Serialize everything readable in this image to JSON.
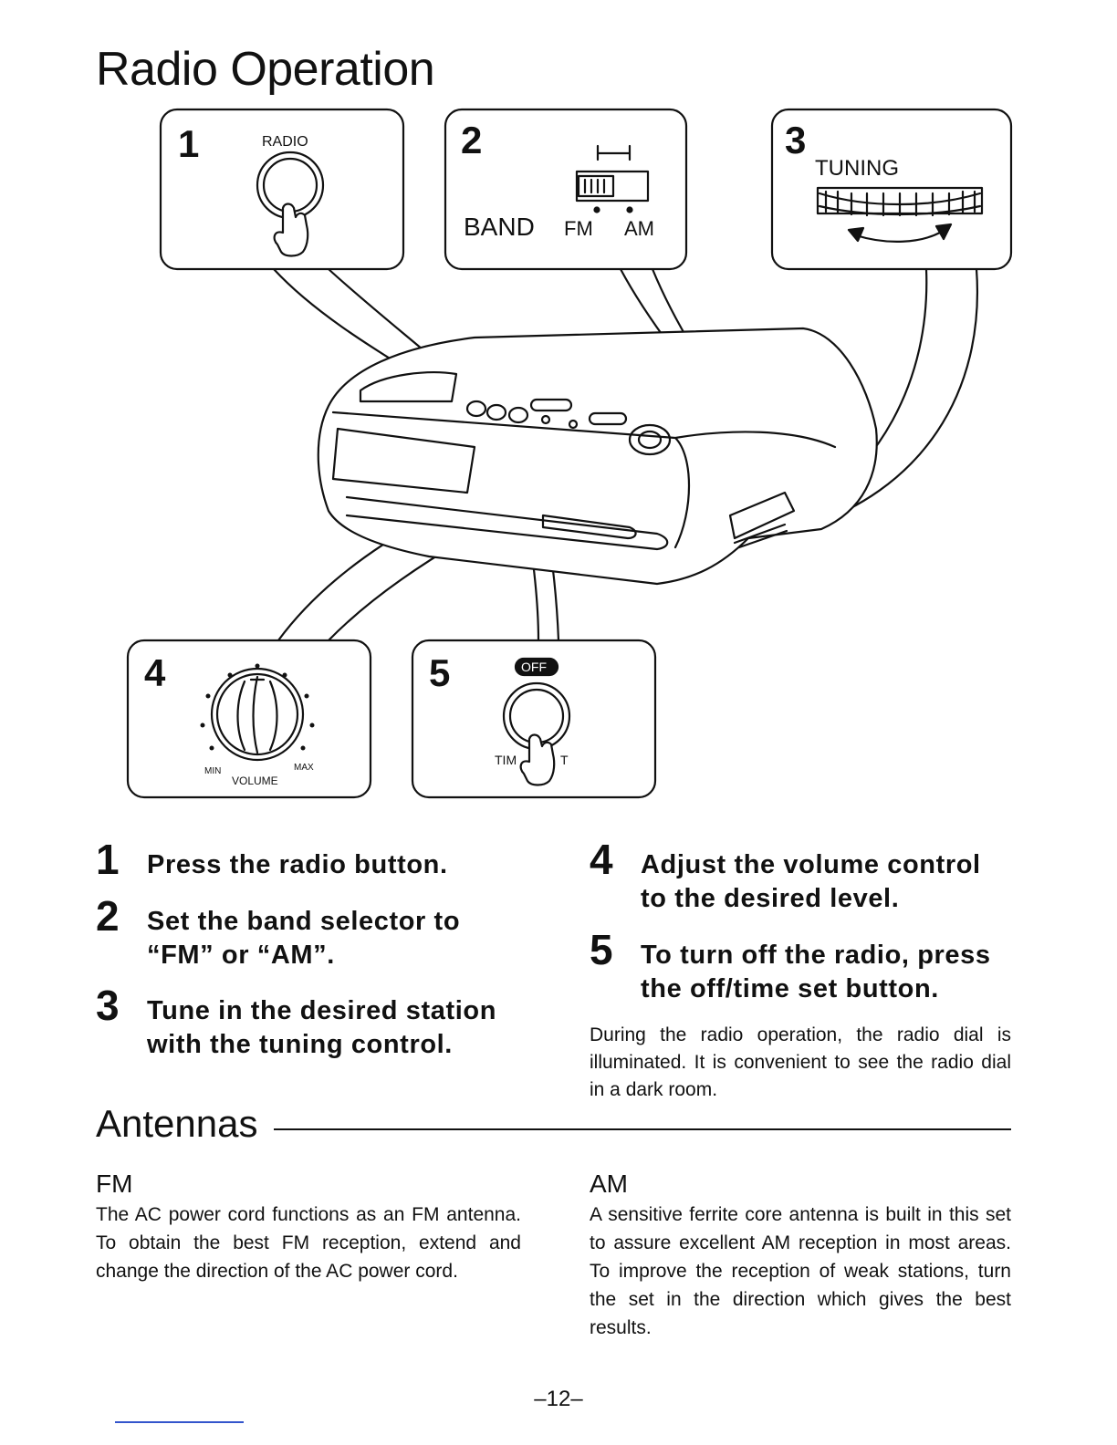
{
  "page": {
    "title": "Radio Operation",
    "page_number": "–12–"
  },
  "diagram": {
    "panels": [
      {
        "number": "1",
        "label": "RADIO"
      },
      {
        "number": "2",
        "label": "BAND",
        "options": [
          "FM",
          "AM"
        ]
      },
      {
        "number": "3",
        "label": "TUNING"
      },
      {
        "number": "4",
        "label": "VOLUME",
        "min_label": "MIN",
        "max_label": "MAX"
      },
      {
        "number": "5",
        "label": "OFF",
        "sub_label_left": "TIM",
        "sub_label_right": "T"
      }
    ]
  },
  "steps": [
    {
      "number": "1",
      "lines": [
        "Press the radio button."
      ]
    },
    {
      "number": "2",
      "lines": [
        "Set the band selector to",
        "“FM” or “AM”."
      ]
    },
    {
      "number": "3",
      "lines": [
        "Tune in the desired station",
        "with the tuning control."
      ]
    },
    {
      "number": "4",
      "lines": [
        "Adjust the volume control",
        "to the desired level."
      ]
    },
    {
      "number": "5",
      "lines": [
        "To turn off the radio, press",
        "the off/time set button."
      ]
    }
  ],
  "note": "During the radio operation, the radio dial is illuminated. It is convenient to see the radio dial in a dark room.",
  "antennas": {
    "heading": "Antennas",
    "fm": {
      "heading": "FM",
      "body": "The AC power cord functions as an FM antenna. To obtain the best FM reception, extend and change the direction of the AC power cord."
    },
    "am": {
      "heading": "AM",
      "body": "A sensitive ferrite core antenna is built in this set to assure excellent AM reception in most areas. To improve the reception of weak stations, turn the set in the direction which gives the best results."
    }
  }
}
